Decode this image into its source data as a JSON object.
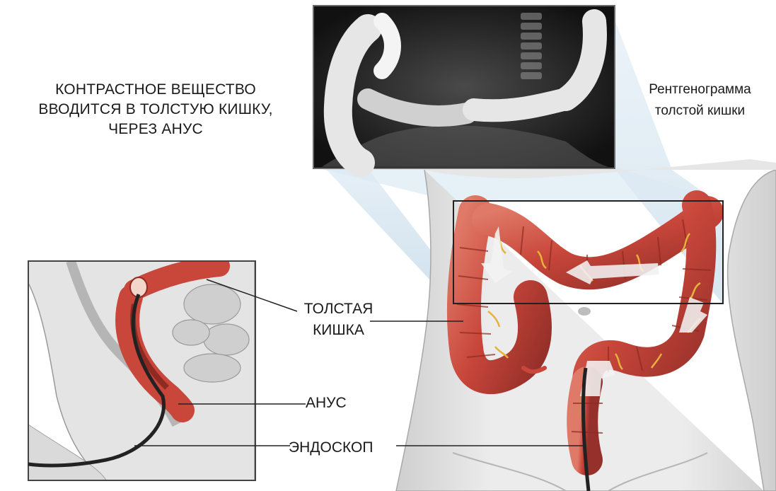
{
  "labels": {
    "contrast": {
      "line1": "КОНТРАСТНОЕ ВЕЩЕСТВО",
      "line2": "ВВОДИТСЯ В ТОЛСТУЮ КИШКУ,",
      "line3": "ЧЕРЕЗ АНУС"
    },
    "xray": {
      "line1": "Рентгенограмма",
      "line2": "толстой кишки"
    },
    "colon": {
      "line1": "ТОЛСТАЯ",
      "line2": "КИШКА"
    },
    "anus": "АНУС",
    "endoscope": "ЭНДОСКОП"
  },
  "colors": {
    "colon": "#c8463a",
    "colon_dark": "#8e2a22",
    "colon_light": "#e58a78",
    "vessels": "#e7b23a",
    "skin": "#eeeeee",
    "skin_shadow": "#cfcfcf",
    "xray_dark": "#1c1c1c",
    "projection": "#d4e6f1"
  }
}
